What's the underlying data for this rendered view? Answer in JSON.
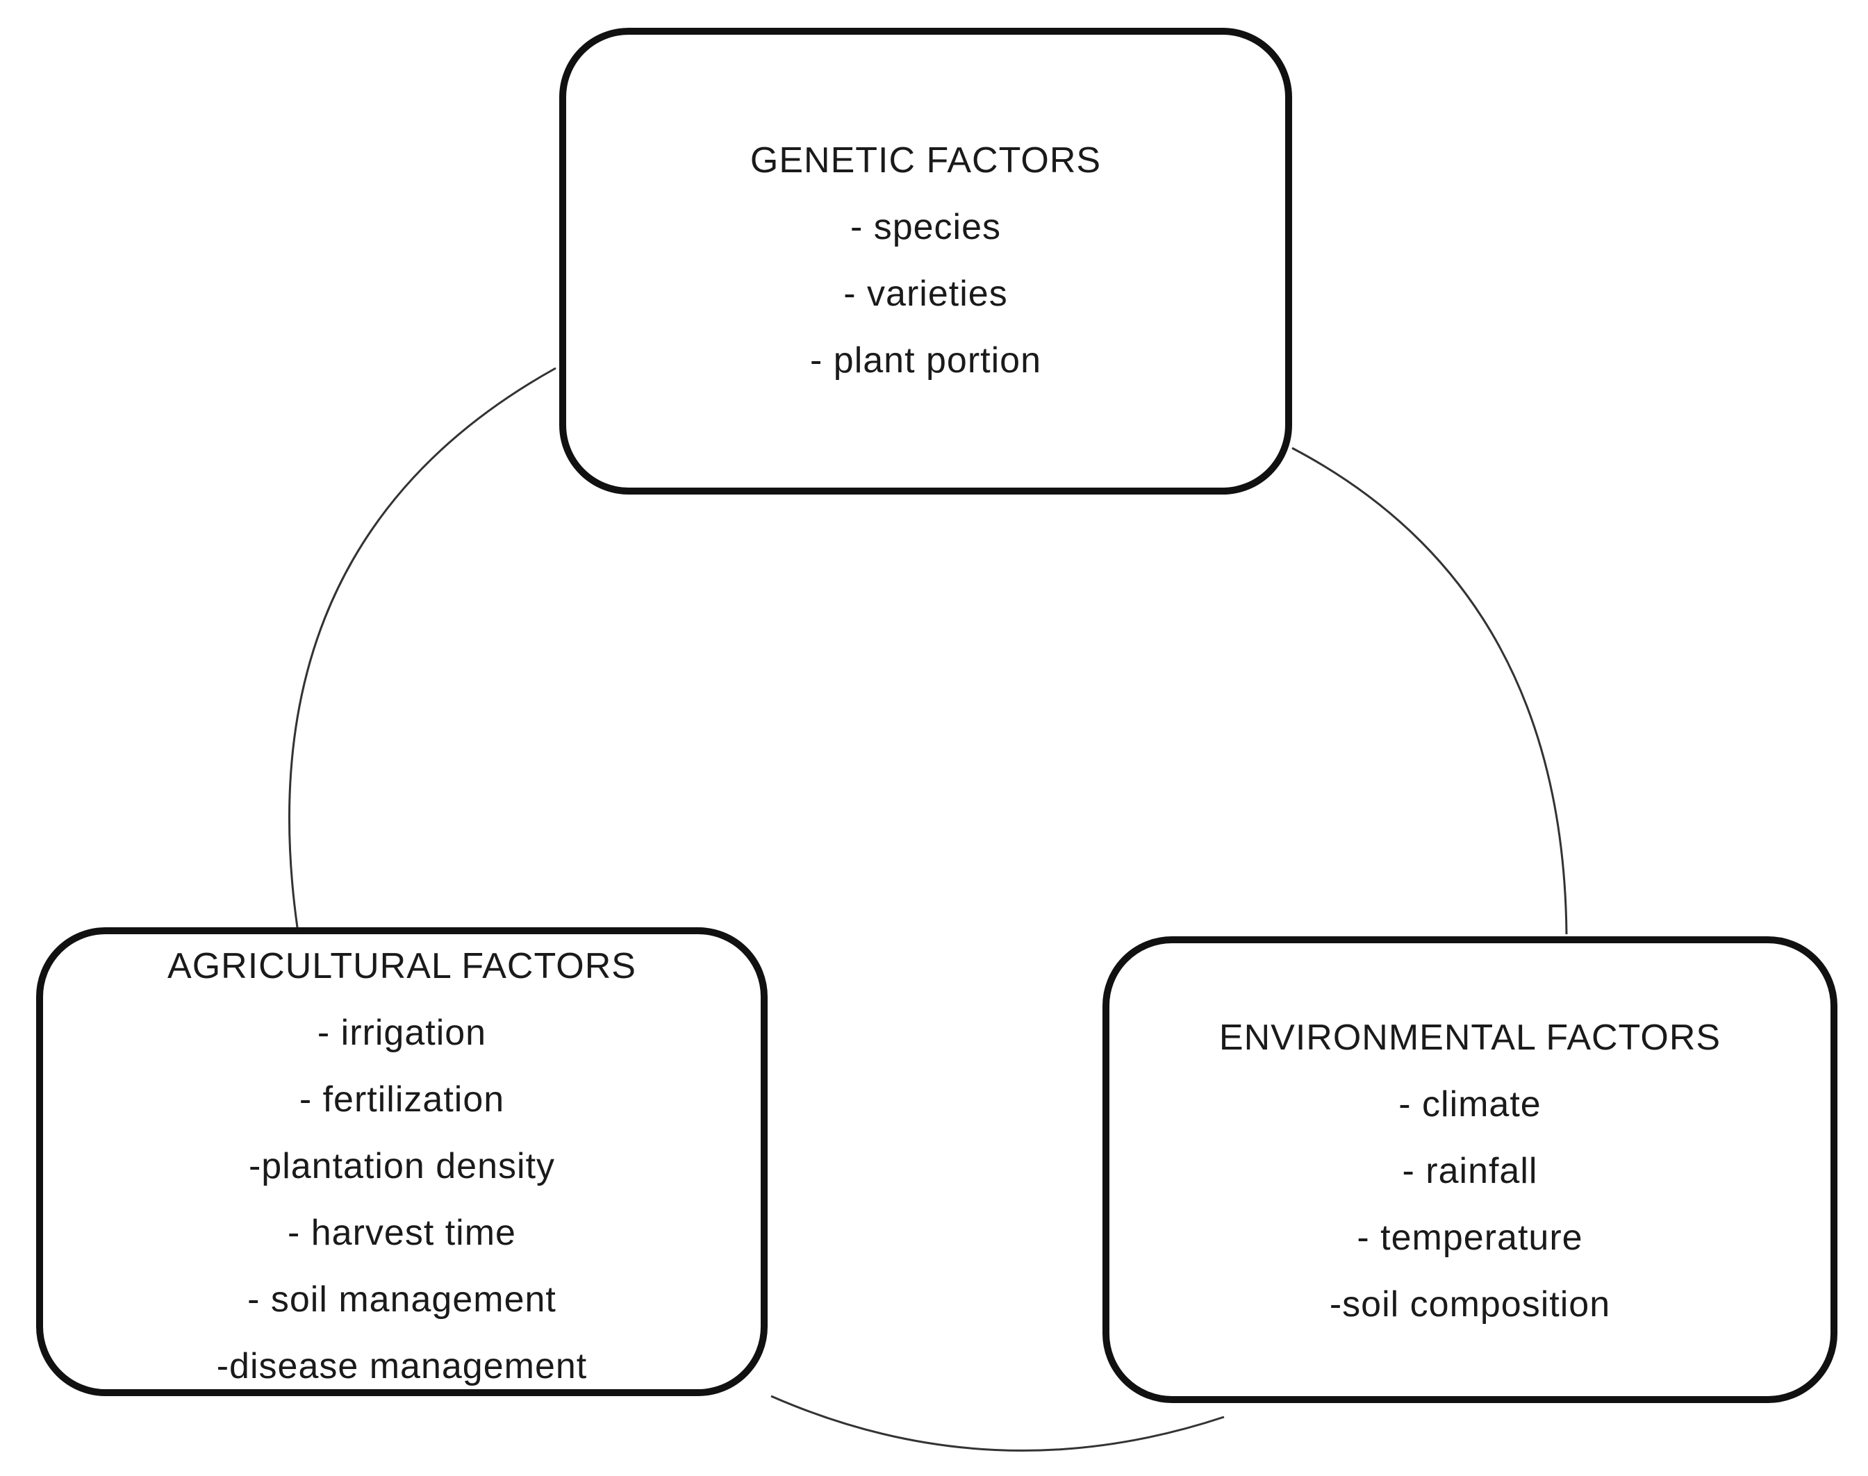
{
  "diagram": {
    "boxes": [
      {
        "id": "genetic",
        "title": "GENETIC FACTORS",
        "items": [
          "-  species",
          "- varieties",
          "- plant portion"
        ]
      },
      {
        "id": "agricultural",
        "title": "AGRICULTURAL FACTORS",
        "items": [
          "- irrigation",
          "- fertilization",
          "-plantation density",
          "- harvest time",
          "- soil management",
          "-disease management"
        ]
      },
      {
        "id": "environmental",
        "title": "ENVIRONMENTAL FACTORS",
        "items": [
          "- climate",
          "- rainfall",
          "- temperature",
          "-soil composition"
        ]
      }
    ],
    "colors": {
      "stroke": "#111111",
      "connector": "#333333",
      "text": "#1a1a1a",
      "background": "#ffffff"
    }
  }
}
